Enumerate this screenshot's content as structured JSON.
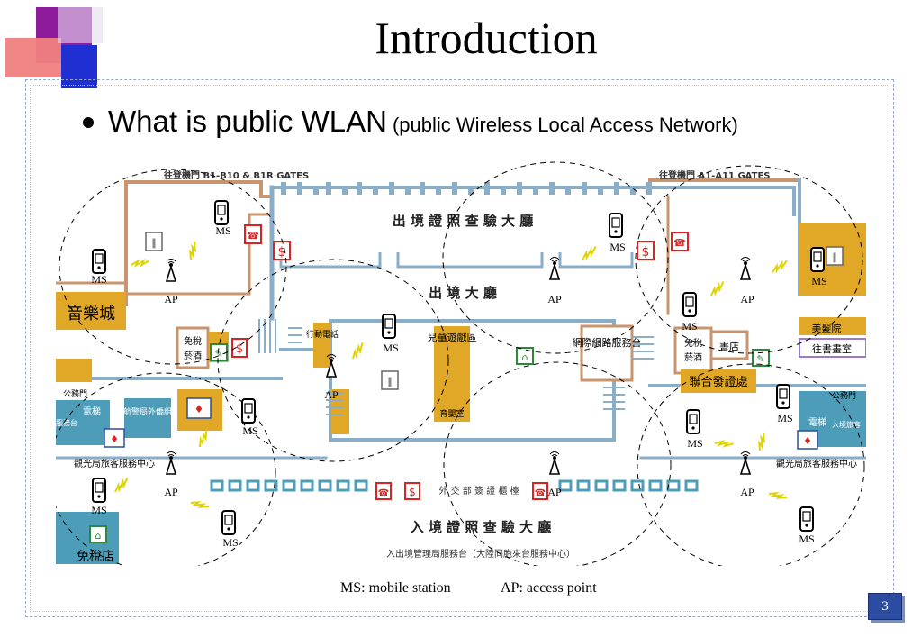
{
  "slide": {
    "title": "Introduction",
    "bullet_main": "What is public WLAN",
    "bullet_sub": "(public Wireless Local Access Network)",
    "page_number": "3"
  },
  "legend": {
    "ms": "MS: mobile station",
    "ap": "AP: access point"
  },
  "colors": {
    "deco_purple": "#8e1a9c",
    "deco_pink": "#f08080",
    "deco_blue": "#1f2fd1",
    "wall_blue": "#8aaec8",
    "wall_tan": "#c8956e",
    "shop_gold": "#e0a826",
    "zone_blue": "#4d9db8",
    "zigzag_yellow": "#e0d400"
  },
  "map": {
    "gate_left": "往登機門 B1-B10 & B1R GATES",
    "gate_right": "往登機門 A1-A11 GATES",
    "departure_hall_check": "出 境 證 照 查 驗 大 廳",
    "departure_hall": "出 境 大 廳",
    "arrival_hall_check": "入 境 證 照 查 驗 大 廳",
    "immigration_service": "入出境管理局服務台（大陸同胞來台服務中心）",
    "foreign_affairs": "外 交 部 簽 證 櫃 檯",
    "music_store": "音樂城",
    "duty_free_1": "免稅",
    "duty_free_2": "菸酒",
    "duty_free_3": "免稅",
    "duty_free_4": "菸酒",
    "mobile_phone": "行動電話",
    "kids_area": "兒童遊戲區",
    "nursery": "育嬰室",
    "internet": "網際網路服務台",
    "bookstore": "書店",
    "joint_cert": "聯合發證處",
    "beauty_salon": "美髮院",
    "reading_room": "往書畫室",
    "public_phone_left": "公務門",
    "public_phone_right": "公務門",
    "elevator_left": "電梯",
    "elevator_right": "電梯",
    "police_left": "航警局外僑組",
    "tourism_left": "觀光局旅客服務中心",
    "tourism_right": "觀光局旅客服務中心",
    "duty_free_store": "免稅店",
    "side_left": "服務台",
    "side_right": "入境旅客"
  },
  "devices": {
    "ms_label": "MS",
    "ap_label": "AP"
  }
}
